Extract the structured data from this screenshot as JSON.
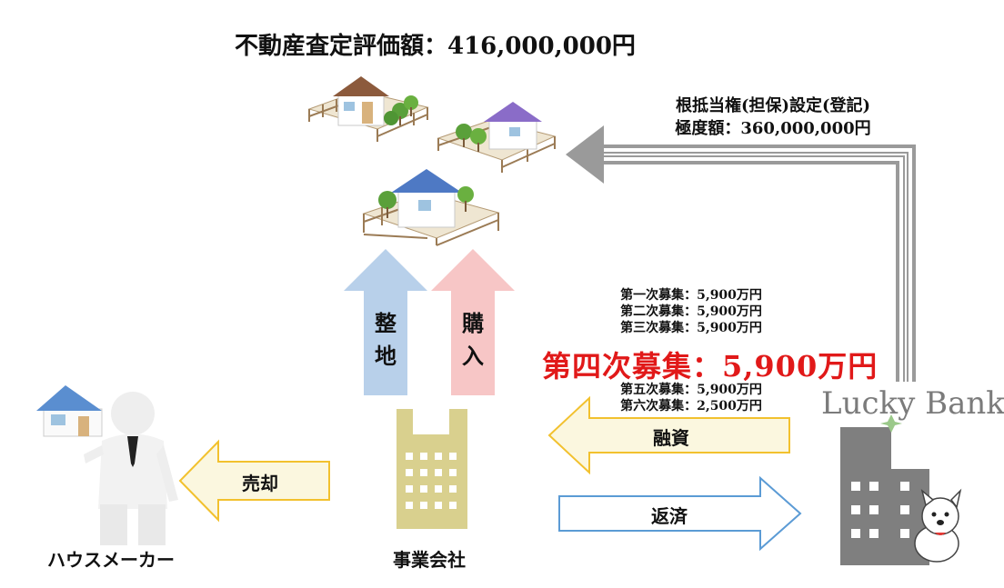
{
  "title": "不動産査定評価額：416,000,000円",
  "mortgage": {
    "line1": "根抵当権(担保)設定(登記)",
    "line2": "極度額：360,000,000円"
  },
  "arrows": {
    "seiri": {
      "char1": "整",
      "char2": "地"
    },
    "kounyu": {
      "char1": "購",
      "char2": "入"
    },
    "sale": "売却",
    "loan": "融資",
    "repay": "返済"
  },
  "rounds": {
    "before": [
      "第一次募集：5,900万円",
      "第二次募集：5,900万円",
      "第三次募集：5,900万円"
    ],
    "highlight": "第四次募集：5,900万円",
    "after": [
      "第五次募集：5,900万円",
      "第六次募集：2,500万円"
    ]
  },
  "entities": {
    "maker": "ハウスメーカー",
    "company": "事業会社",
    "bank": "Lucky Bank"
  },
  "colors": {
    "highlight": "#e11919",
    "up_arrow_blue": "#b8d0ea",
    "up_arrow_pink": "#f7c6c6",
    "loan_border": "#f2c12e",
    "repay_border": "#5b9bd5",
    "company_building": "#d9d08e",
    "bank_building": "#7f7f7f"
  }
}
